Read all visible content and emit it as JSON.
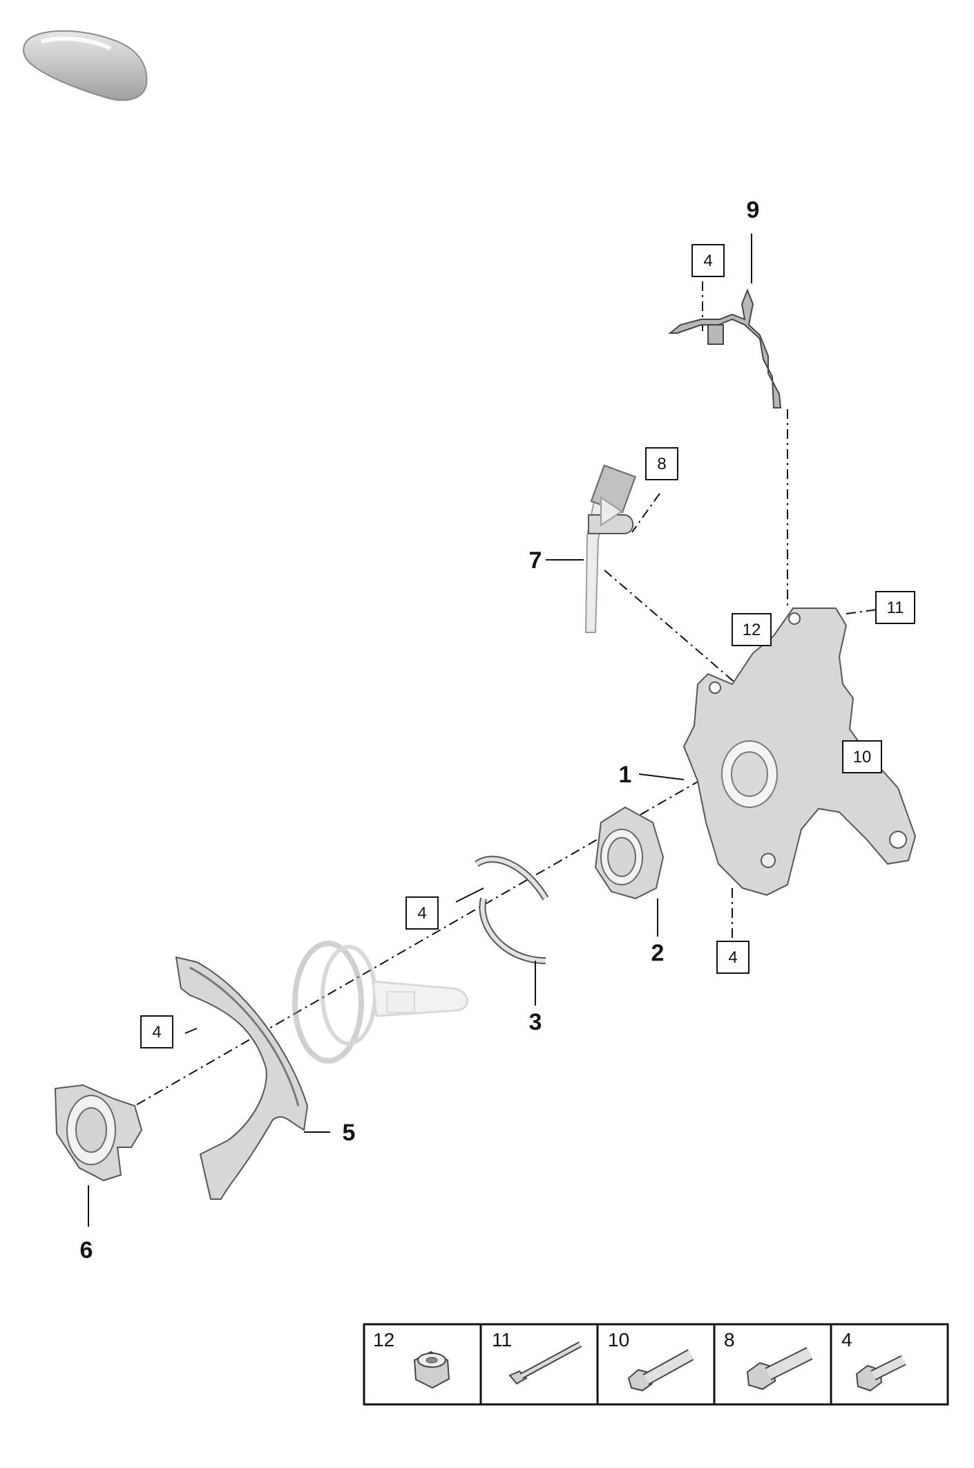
{
  "callouts": [
    "1",
    "2",
    "3",
    "5",
    "6",
    "7",
    "9"
  ],
  "boxed_refs": {
    "ref_9": "4",
    "ref_7": "8",
    "ref_1_top": "12",
    "ref_1_right": "11",
    "ref_1_bearing": "10",
    "ref_3": "4",
    "ref_1_bottom": "4",
    "ref_5": "4"
  },
  "legend": [
    {
      "num": "12",
      "icon": "flange-nut-icon"
    },
    {
      "num": "11",
      "icon": "long-bolt-icon"
    },
    {
      "num": "10",
      "icon": "hex-bolt-icon"
    },
    {
      "num": "8",
      "icon": "socket-bolt-icon"
    },
    {
      "num": "4",
      "icon": "short-bolt-icon"
    }
  ]
}
